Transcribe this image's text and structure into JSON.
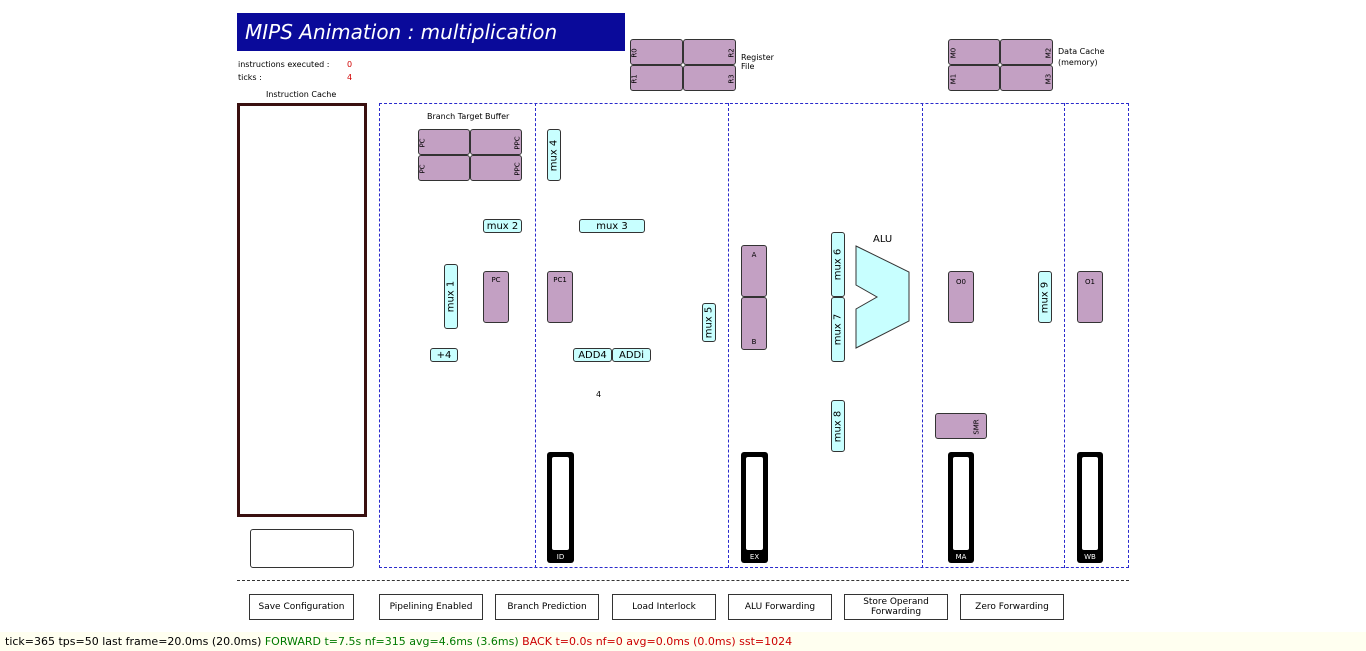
{
  "title": "MIPS Animation :  multiplication",
  "stats": {
    "instructions_label": "instructions executed :",
    "instructions_value": "0",
    "ticks_label": "ticks :",
    "ticks_value": "4"
  },
  "register_file": {
    "label": "Register File",
    "cells": [
      "R0",
      "R2",
      "R1",
      "R3"
    ]
  },
  "data_cache": {
    "label": "Data Cache (memory)",
    "cells": [
      "M0",
      "M2",
      "M1",
      "M3"
    ]
  },
  "instruction_cache": {
    "label": "Instruction Cache"
  },
  "btb": {
    "label": "Branch Target Buffer",
    "cells": [
      "PC",
      "PPC",
      "PC",
      "PPC"
    ]
  },
  "components": {
    "mux1": "mux 1",
    "mux2": "mux 2",
    "mux3": "mux 3",
    "mux4": "mux 4",
    "mux5": "mux 5",
    "mux6": "mux 6",
    "mux7": "mux 7",
    "mux8": "mux 8",
    "mux9": "mux 9",
    "plus4": "+4",
    "pc": "PC",
    "pc1": "PC1",
    "add4": "ADD4",
    "addi": "ADDi",
    "four": "4",
    "a": "A",
    "b": "B",
    "alu": "ALU",
    "o0": "O0",
    "o1": "O1",
    "smr": "SMR"
  },
  "stages": [
    "ID",
    "EX",
    "MA",
    "WB"
  ],
  "buttons": {
    "save": "Save Configuration",
    "pipelining": "Pipelining Enabled",
    "branch": "Branch Prediction",
    "load": "Load Interlock",
    "alu_fwd": "ALU Forwarding",
    "store_fwd": "Store Operand Forwarding",
    "zero_fwd": "Zero Forwarding"
  },
  "status_bar": {
    "part1": "tick=365 tps=50 last frame=20.0ms (20.0ms) ",
    "part2": "FORWARD  t=7.5s nf=315 avg=4.6ms (3.6ms) ",
    "part3": "BACK  t=0.0s nf=0 avg=0.0ms (0.0ms) sst=1024"
  },
  "colors": {
    "title_bg": "#0a0a9a",
    "register": "#c3a0c3",
    "mux": "#c8ffff",
    "stage_line": "#2a2acc"
  }
}
